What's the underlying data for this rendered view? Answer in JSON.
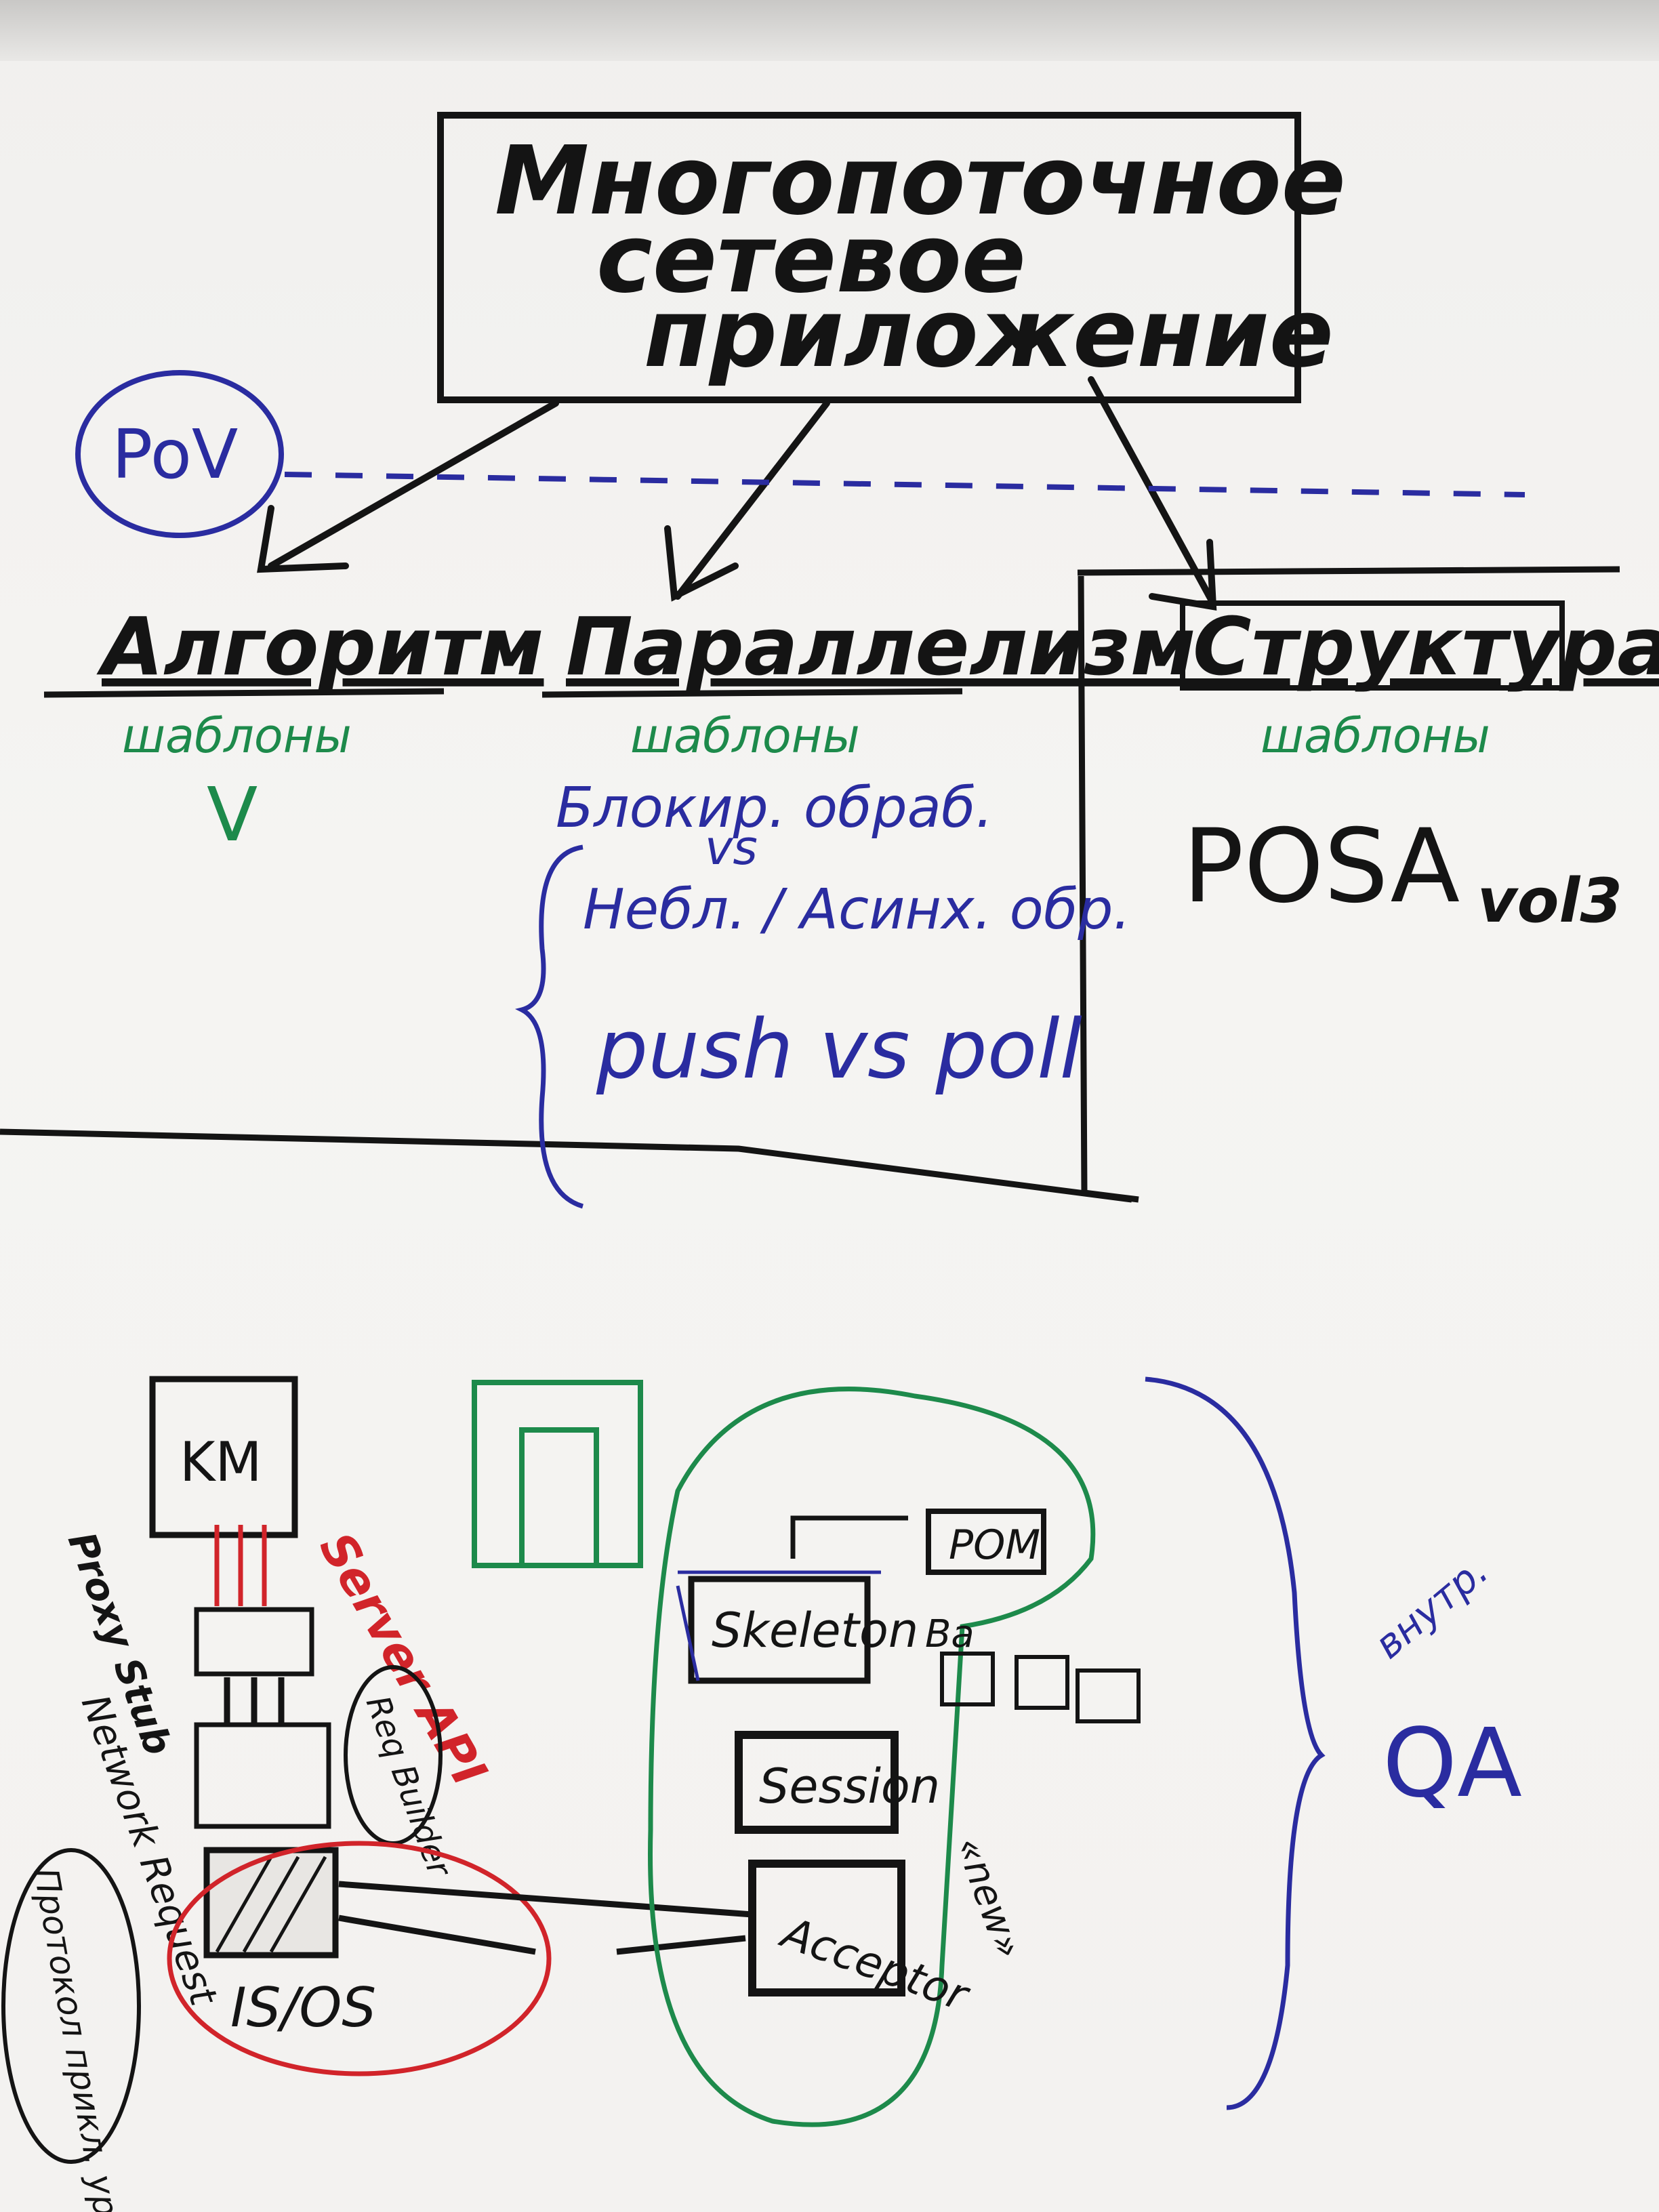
{
  "title": {
    "line1": "Многопоточное",
    "line2": "сетевое",
    "line3": "приложение"
  },
  "pov_label": "PoV",
  "columns": [
    {
      "header": "Алгоритм",
      "sub": "шаблоны",
      "mark": "V"
    },
    {
      "header": "Параллелизм",
      "sub": "шаблоны"
    },
    {
      "header": "Структура",
      "sub": "шаблоны"
    }
  ],
  "parallelism_notes": {
    "line1": "Блокир. обраб.",
    "vs": "vs",
    "line2": "Небл. / Асинх. обр.",
    "line3": "push vs poll"
  },
  "structure_note": {
    "posa": "POSA",
    "vol": "vol3"
  },
  "diagram": {
    "km": "KM",
    "server_api": "Server API",
    "proxy_stub": "Proxy Stub",
    "network_request": "Network Request",
    "req_builder": "Req Builder",
    "protocol": "Протокол прикл. уровня",
    "io": "IS/OS",
    "skeleton": "Skeleton",
    "session": "Session",
    "acceptor": "Acceptor",
    "pom": "POM",
    "new": "«new»",
    "ba": "Ba",
    "qa_label": "внутр.",
    "qa": "QA"
  },
  "colors": {
    "ink": "#141414",
    "blue": "#2a2ca0",
    "green": "#1d8a4b",
    "red": "#d1242a"
  }
}
